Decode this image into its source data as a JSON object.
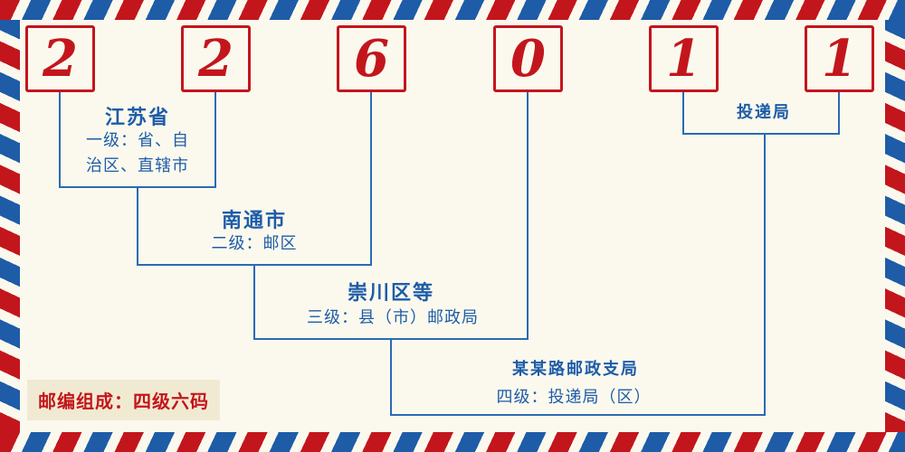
{
  "colors": {
    "red": "#c3161c",
    "blue": "#1e5ca8",
    "line": "#2a6ab5",
    "cream": "#fbf9ee",
    "footerbg": "#f1ead2"
  },
  "digits": [
    "2",
    "2",
    "6",
    "0",
    "1",
    "1"
  ],
  "labels": {
    "level1": {
      "title": "江苏省",
      "desc1": "一级：省、自",
      "desc2": "治区、直辖市"
    },
    "level2": {
      "title": "南通市",
      "desc": "二级：邮区"
    },
    "level3": {
      "title": "崇川区等",
      "desc": "三级：县（市）邮政局"
    },
    "level4": {
      "title": "某某路邮政支局",
      "desc": "四级：投递局（区）"
    },
    "delivery": {
      "title": "投递局"
    },
    "footer": "邮编组成：四级六码"
  }
}
